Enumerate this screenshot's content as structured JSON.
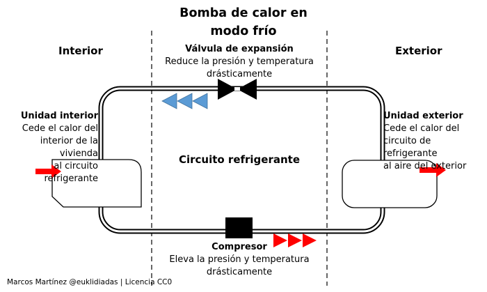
{
  "title": [
    "Bomba de calor en",
    "modo frío"
  ],
  "zones": {
    "interior": "Interior",
    "exterior": "Exterior"
  },
  "valve": {
    "name": "Válvula de expansión",
    "desc": [
      "Reduce la presión y temperatura",
      "drásticamente"
    ]
  },
  "indoor_unit": {
    "name": "Unidad interior",
    "desc": [
      "Cede el calor del",
      "interior de la vivienda",
      "al circuito refrigerante"
    ]
  },
  "outdoor_unit": {
    "name": "Unidad exterior",
    "desc": [
      "Cede el calor del",
      "circuito de refrigerante",
      "al aire del exterior"
    ]
  },
  "circuit_label": "Circuito refrigerante",
  "compressor": {
    "name": "Compresor",
    "desc": [
      "Eleva la presión y temperatura",
      "drásticamente"
    ]
  },
  "credit": "Marcos Martínez @euklidiadas | Licencia CC0",
  "colors": {
    "heat_arrow": "#ff0000",
    "cold_arrow": "#5b9bd5",
    "line": "#000000"
  }
}
